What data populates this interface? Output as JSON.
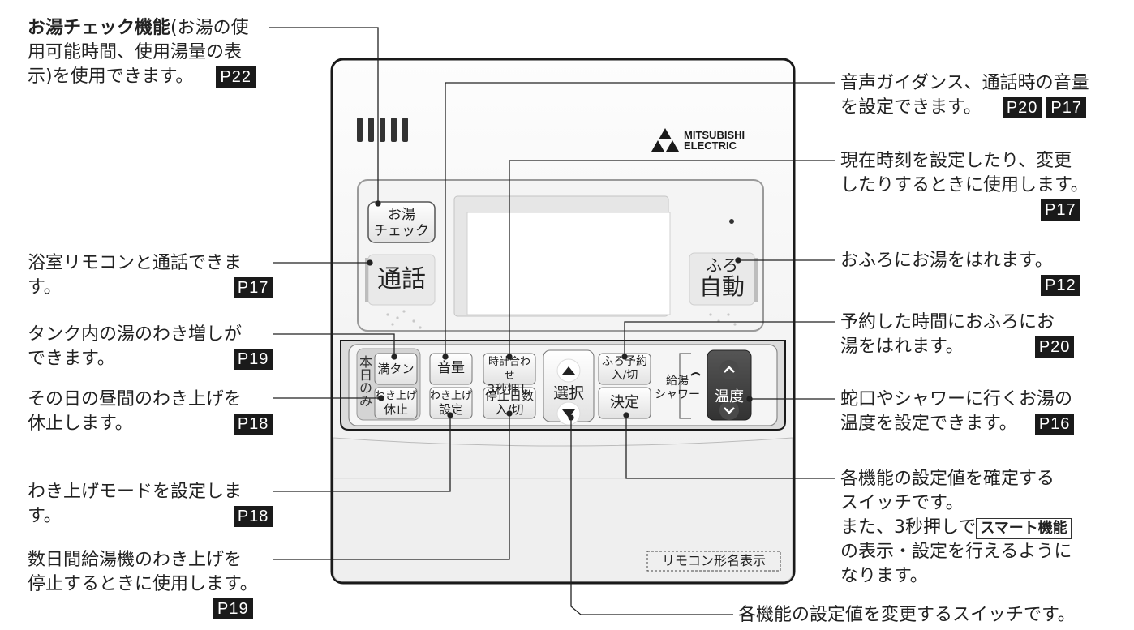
{
  "brand": {
    "name_line1": "MITSUBISHI",
    "name_line2": "ELECTRIC"
  },
  "buttons": {
    "oyu_check": "お湯\nチェック",
    "oyu_check_l1": "お湯",
    "oyu_check_l2": "チェック",
    "tsuwa": "通話",
    "furo_l1": "ふろ",
    "furo_l2": "自動",
    "mantan": "満タン",
    "wakiage_kyushi_l1": "わき上げ",
    "wakiage_kyushi_l2": "休止",
    "honjitsu_nomi": "本日のみ",
    "onryo": "音量",
    "wakiage_settei_l1": "わき上げ",
    "wakiage_settei_l2": "設定",
    "tokei_l1": "時計合わせ",
    "tokei_l2": "3秒押し",
    "teishi_l1": "停止日数",
    "teishi_l2": "入/切",
    "sentaku": "選択",
    "yoyaku_l1": "ふろ予約",
    "yoyaku_l2": "入/切",
    "kettei": "決定",
    "kyuto_l1": "給湯",
    "kyuto_l2": "シャワー",
    "ondo": "温度",
    "model_label": "リモコン形名表示"
  },
  "annotations": {
    "oyu_check": {
      "bold": "お湯チェック機能",
      "l1": "(お湯の使",
      "l2": "用可能時間、使用湯量の表",
      "l3": "示)を使用できます。",
      "ref": "P22"
    },
    "tsuwa": {
      "l1": "浴室リモコンと通話できま",
      "l2": "す。",
      "ref": "P17"
    },
    "mantan": {
      "l1": "タンク内の湯のわき増しが",
      "l2": "できます。",
      "ref": "P19"
    },
    "kyushi": {
      "l1": "その日の昼間のわき上げを",
      "l2": "休止します。",
      "ref": "P18"
    },
    "wakiage_mode": {
      "l1": "わき上げモードを設定しま",
      "l2": "す。",
      "ref": "P18"
    },
    "teishi": {
      "l1": "数日間給湯機のわき上げを",
      "l2": "停止するときに使用します。",
      "ref": "P19"
    },
    "onryo": {
      "l1": "音声ガイダンス、通話時の音量",
      "l2": "を設定できます。",
      "ref1": "P20",
      "ref2": "P17"
    },
    "tokei": {
      "l1": "現在時刻を設定したり、変更",
      "l2": "したりするときに使用します。",
      "ref": "P17"
    },
    "furo": {
      "l1": "おふろにお湯をはれます。",
      "ref": "P12"
    },
    "yoyaku": {
      "l1": "予約した時間におふろにお",
      "l2": "湯をはれます。",
      "ref": "P20"
    },
    "ondo": {
      "l1": "蛇口やシャワーに行くお湯の",
      "l2": "温度を設定できます。",
      "ref": "P16"
    },
    "kettei": {
      "l1": "各機能の設定値を確定する",
      "l2": "スイッチです。",
      "l3": "また、3秒押しで",
      "smart": "スマート機能",
      "l4": "の表示・設定を行えるように",
      "l5": "なります。"
    },
    "sentaku": {
      "l1": "各機能の設定値を変更するスイッチです。"
    }
  }
}
